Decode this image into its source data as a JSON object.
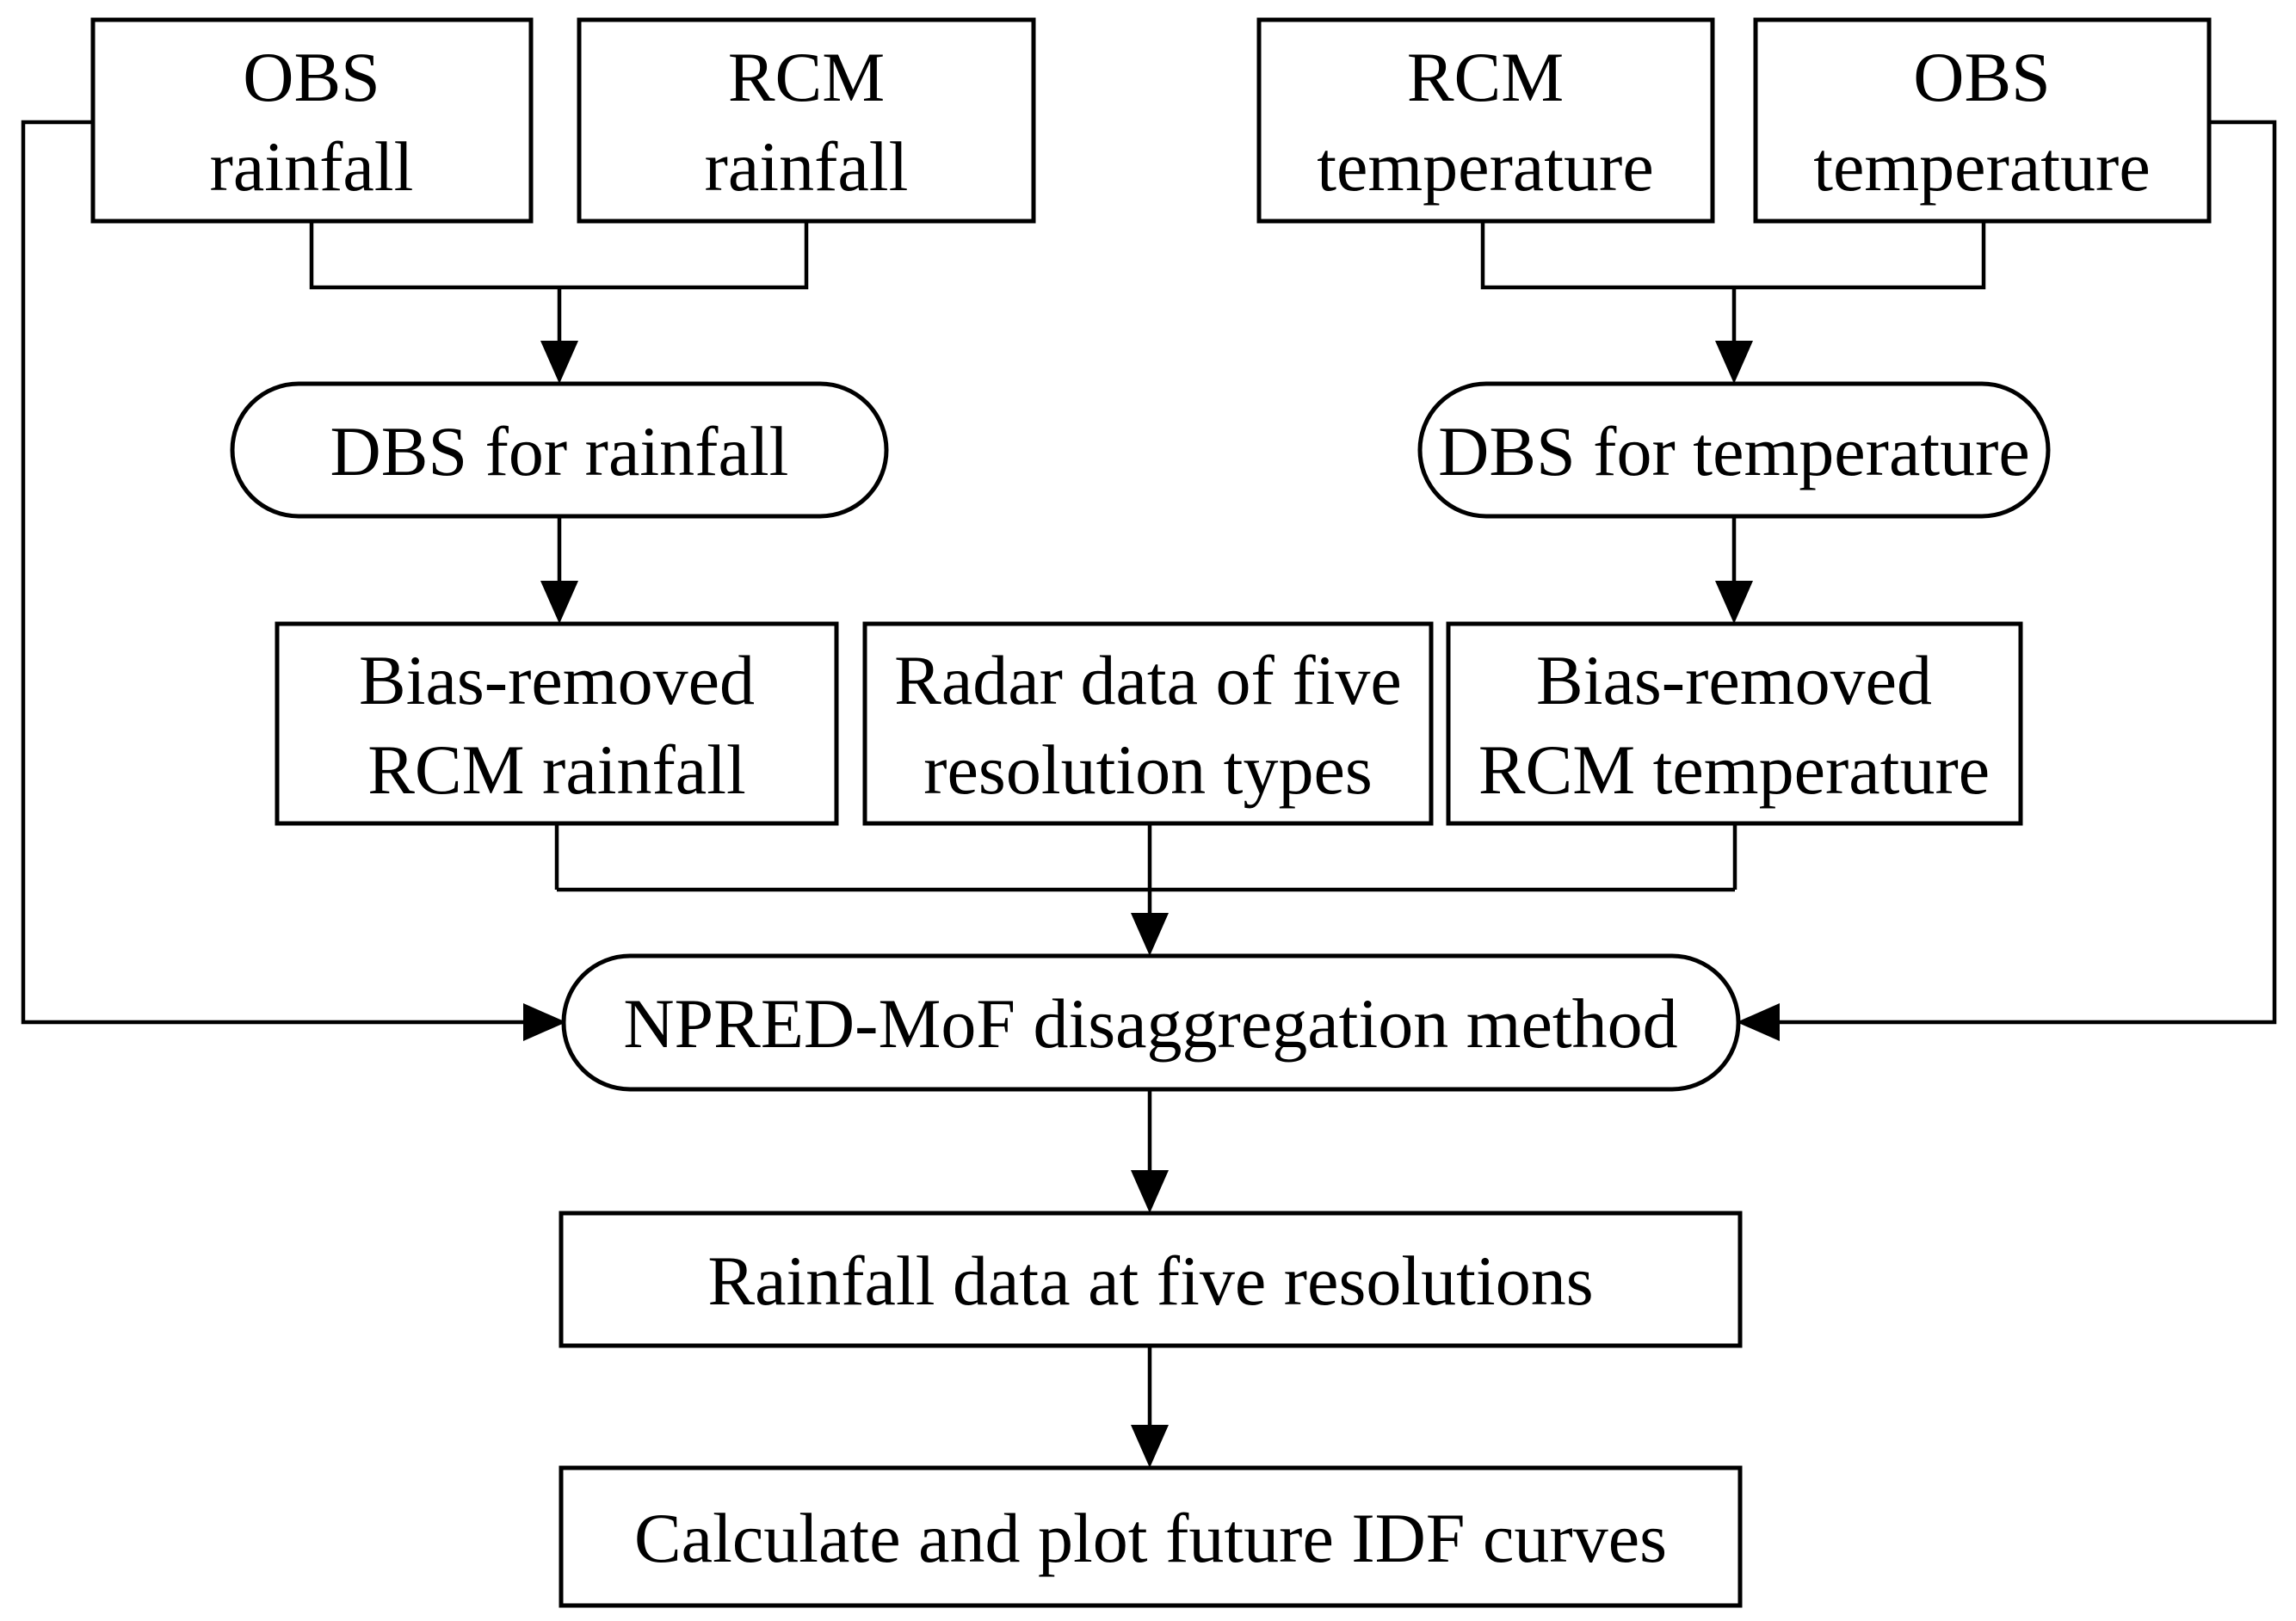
{
  "diagram": {
    "type": "flowchart",
    "background_color": "#ffffff",
    "stroke_color": "#000000",
    "text_color": "#000000",
    "nodes": {
      "obs_rainfall": {
        "shape": "rect",
        "line1": "OBS",
        "line2": "rainfall"
      },
      "rcm_rainfall": {
        "shape": "rect",
        "line1": "RCM",
        "line2": "rainfall"
      },
      "rcm_temperature": {
        "shape": "rect",
        "line1": "RCM",
        "line2": "temperature"
      },
      "obs_temperature": {
        "shape": "rect",
        "line1": "OBS",
        "line2": "temperature"
      },
      "dbs_rainfall": {
        "shape": "stadium",
        "label": "DBS for rainfall"
      },
      "dbs_temperature": {
        "shape": "stadium",
        "label": "DBS for temperature"
      },
      "bias_removed_rcm_rainfall": {
        "shape": "rect",
        "line1": "Bias-removed",
        "line2": "RCM rainfall"
      },
      "radar_data": {
        "shape": "rect",
        "line1": "Radar data of five",
        "line2": "resolution types"
      },
      "bias_removed_rcm_temperature": {
        "shape": "rect",
        "line1": "Bias-removed",
        "line2": "RCM temperature"
      },
      "npred_mof": {
        "shape": "stadium",
        "label": "NPRED-MoF disaggregation method"
      },
      "rainfall_five_resolutions": {
        "shape": "rect",
        "label": "Rainfall data at five resolutions"
      },
      "calculate_idf": {
        "shape": "rect",
        "label": "Calculate and plot future IDF curves"
      }
    },
    "edges": [
      {
        "from": [
          "obs_rainfall",
          "rcm_rainfall"
        ],
        "to": "dbs_rainfall"
      },
      {
        "from": [
          "rcm_temperature",
          "obs_temperature"
        ],
        "to": "dbs_temperature"
      },
      {
        "from": [
          "dbs_rainfall"
        ],
        "to": "bias_removed_rcm_rainfall"
      },
      {
        "from": [
          "dbs_temperature"
        ],
        "to": "bias_removed_rcm_temperature"
      },
      {
        "from": [
          "bias_removed_rcm_rainfall",
          "radar_data",
          "bias_removed_rcm_temperature"
        ],
        "to": "npred_mof"
      },
      {
        "from": [
          "obs_rainfall"
        ],
        "to": "npred_mof",
        "route": "left-feedback"
      },
      {
        "from": [
          "obs_temperature"
        ],
        "to": "npred_mof",
        "route": "right-feedback"
      },
      {
        "from": [
          "npred_mof"
        ],
        "to": "rainfall_five_resolutions"
      },
      {
        "from": [
          "rainfall_five_resolutions"
        ],
        "to": "calculate_idf"
      }
    ]
  }
}
